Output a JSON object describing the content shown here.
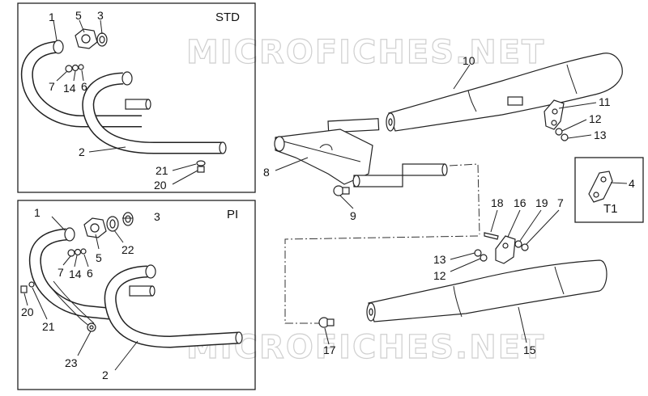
{
  "watermark": "MICROFICHES.NET",
  "boxes": {
    "std": {
      "title": "STD"
    },
    "pi": {
      "title": "PI"
    },
    "t1": {
      "title": "T1"
    }
  },
  "callouts": {
    "std_1": "1",
    "std_5": "5",
    "std_3": "3",
    "std_7": "7",
    "std_14": "14",
    "std_6": "6",
    "std_2": "2",
    "std_21": "21",
    "std_20": "20",
    "pi_1": "1",
    "pi_3": "3",
    "pi_22": "22",
    "pi_5": "5",
    "pi_7": "7",
    "pi_14": "14",
    "pi_6": "6",
    "pi_20": "20",
    "pi_21": "21",
    "pi_23": "23",
    "pi_2": "2",
    "main_10": "10",
    "main_11": "11",
    "main_12": "12",
    "main_13": "13",
    "main_8": "8",
    "main_9": "9",
    "t1_4": "4",
    "main_18": "18",
    "main_16": "16",
    "main_19": "19",
    "main_7": "7",
    "main_13b": "13",
    "main_12b": "12",
    "main_17": "17",
    "main_15": "15"
  }
}
